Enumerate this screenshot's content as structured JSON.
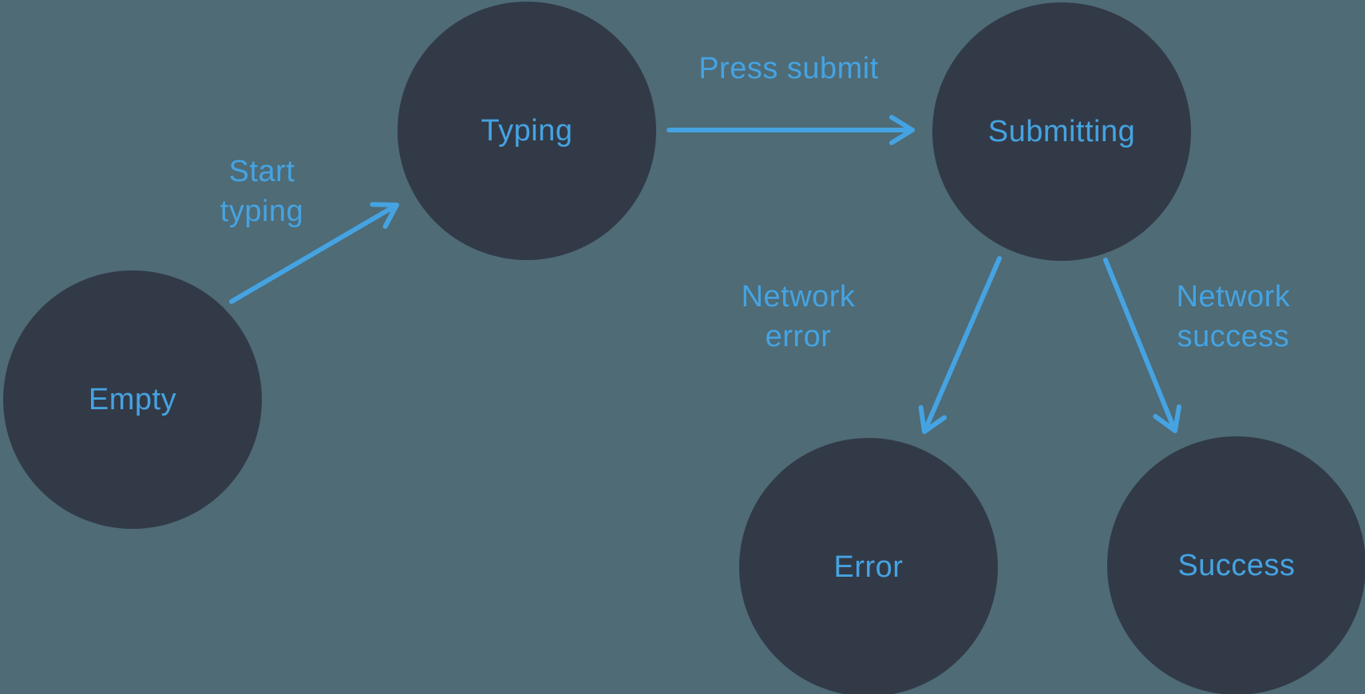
{
  "colors": {
    "background": "#4E6B76",
    "node": "#323A47",
    "accent": "#45A3E2"
  },
  "diagram": {
    "type": "state-machine",
    "states": [
      {
        "id": "empty",
        "label": "Empty"
      },
      {
        "id": "typing",
        "label": "Typing"
      },
      {
        "id": "submitting",
        "label": "Submitting"
      },
      {
        "id": "error",
        "label": "Error"
      },
      {
        "id": "success",
        "label": "Success"
      }
    ],
    "transitions": [
      {
        "from": "empty",
        "to": "typing",
        "label": "Start typing",
        "display": "Start\ntyping"
      },
      {
        "from": "typing",
        "to": "submitting",
        "label": "Press submit",
        "display": "Press submit"
      },
      {
        "from": "submitting",
        "to": "error",
        "label": "Network error",
        "display": "Network\nerror"
      },
      {
        "from": "submitting",
        "to": "success",
        "label": "Network success",
        "display": "Network\nsuccess"
      }
    ]
  }
}
